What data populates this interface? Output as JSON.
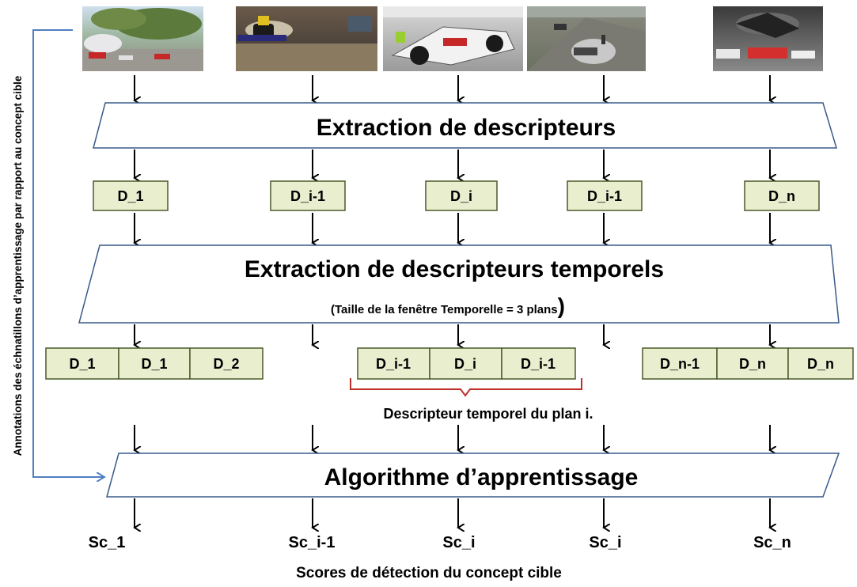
{
  "side_label": "Annotations des échnatillons d’apprentissage par rapport au concept cible",
  "frames": [
    {
      "name": "frame-crash-1"
    },
    {
      "name": "frame-crash-2"
    },
    {
      "name": "frame-crash-3"
    },
    {
      "name": "frame-crash-4"
    },
    {
      "name": "frame-crash-5"
    }
  ],
  "stages": {
    "extraction": "Extraction de descripteurs",
    "temporal": "Extraction de descripteurs temporels",
    "temporal_note": "(Taille de la fenêtre Temporelle = 3 plans",
    "temporal_note_close": ")",
    "learning": "Algorithme d’apprentissage"
  },
  "descriptors": [
    "D_1",
    "D_i-1",
    "D_i",
    "D_i-1",
    "D_n"
  ],
  "temporal_groups": [
    [
      "D_1",
      "D_1",
      "D_2"
    ],
    [
      "D_i-1",
      "D_i",
      "D_i-1"
    ],
    [
      "D_n-1",
      "D_n",
      "D_n"
    ]
  ],
  "brace_label": "Descripteur  temporel du plan i.",
  "scores": [
    "Sc_1",
    "Sc_i-1",
    "Sc_i",
    "Sc_i",
    "Sc_n"
  ],
  "footer": "Scores de détection du concept cible",
  "colors": {
    "box_fill": "#e9eecf",
    "box_stroke": "#4a5a2a",
    "brace": "#c0302b",
    "side_arrow": "#4f7fc0"
  }
}
